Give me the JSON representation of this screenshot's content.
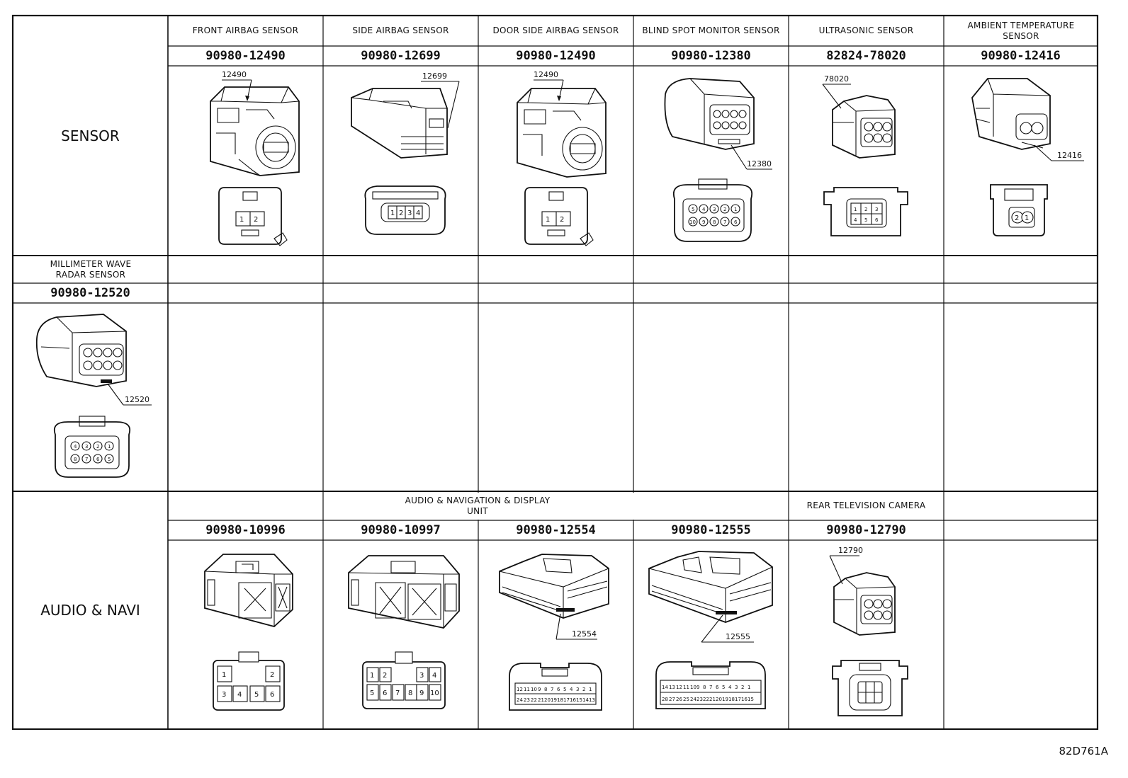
{
  "rows": {
    "sensor": {
      "category": "SENSOR",
      "columns": [
        {
          "name": "FRONT AIRBAG SENSOR",
          "part_number": "90980-12490",
          "callout": "12490",
          "pins": [
            "1",
            "2"
          ]
        },
        {
          "name": "SIDE AIRBAG SENSOR",
          "part_number": "90980-12699",
          "callout": "12699",
          "pins": [
            "1",
            "2",
            "3",
            "4"
          ]
        },
        {
          "name": "DOOR SIDE AIRBAG SENSOR",
          "part_number": "90980-12490",
          "callout": "12490",
          "pins": [
            "1",
            "2"
          ]
        },
        {
          "name": "BLIND SPOT MONITOR SENSOR",
          "part_number": "90980-12380",
          "callout": "12380",
          "pins": [
            "5",
            "4",
            "3",
            "2",
            "1",
            "10",
            "9",
            "8",
            "7",
            "6"
          ]
        },
        {
          "name": "ULTRASONIC SENSOR",
          "part_number": "82824-78020",
          "callout": "78020",
          "pins": [
            "1",
            "2",
            "3",
            "4",
            "5",
            "6"
          ]
        },
        {
          "name": "AMBIENT TEMPERATURE SENSOR",
          "part_number": "90980-12416",
          "callout": "12416",
          "pins": [
            "2",
            "1"
          ]
        }
      ]
    },
    "radar": {
      "name": "MILLIMETER WAVE RADAR SENSOR",
      "part_number": "90980-12520",
      "callout": "12520",
      "pins": [
        "4",
        "3",
        "2",
        "1",
        "8",
        "7",
        "6",
        "5"
      ]
    },
    "audio": {
      "category": "AUDIO & NAVI",
      "group_label": "AUDIO & NAVIGATION & DISPLAY UNIT",
      "camera_label": "REAR TELEVISION CAMERA",
      "columns": [
        {
          "part_number": "90980-10996",
          "pins": [
            "1",
            "2",
            "3",
            "4",
            "5",
            "6"
          ]
        },
        {
          "part_number": "90980-10997",
          "pins": [
            "1",
            "2",
            "3",
            "4",
            "5",
            "6",
            "7",
            "8",
            "9",
            "10"
          ]
        },
        {
          "part_number": "90980-12554",
          "callout": "12554",
          "pins_top": [
            "12",
            "11",
            "10",
            "9",
            "8",
            "7",
            "6",
            "5",
            "4",
            "3",
            "2",
            "1"
          ],
          "pins_bottom": [
            "24",
            "23",
            "22",
            "21",
            "20",
            "19",
            "18",
            "17",
            "16",
            "15",
            "14",
            "13"
          ]
        },
        {
          "part_number": "90980-12555",
          "callout": "12555",
          "pins_top": [
            "14",
            "13",
            "12",
            "11",
            "10",
            "9",
            "8",
            "7",
            "6",
            "5",
            "4",
            "3",
            "2",
            "1"
          ],
          "pins_bottom": [
            "28",
            "27",
            "26",
            "25",
            "24",
            "23",
            "22",
            "21",
            "20",
            "19",
            "18",
            "17",
            "16",
            "15"
          ]
        },
        {
          "part_number": "90980-12790",
          "callout": "12790"
        }
      ]
    }
  },
  "document_id": "82D761A",
  "icons": [
    "connector-housing-icon",
    "connector-face-icon",
    "callout-leader-icon"
  ]
}
